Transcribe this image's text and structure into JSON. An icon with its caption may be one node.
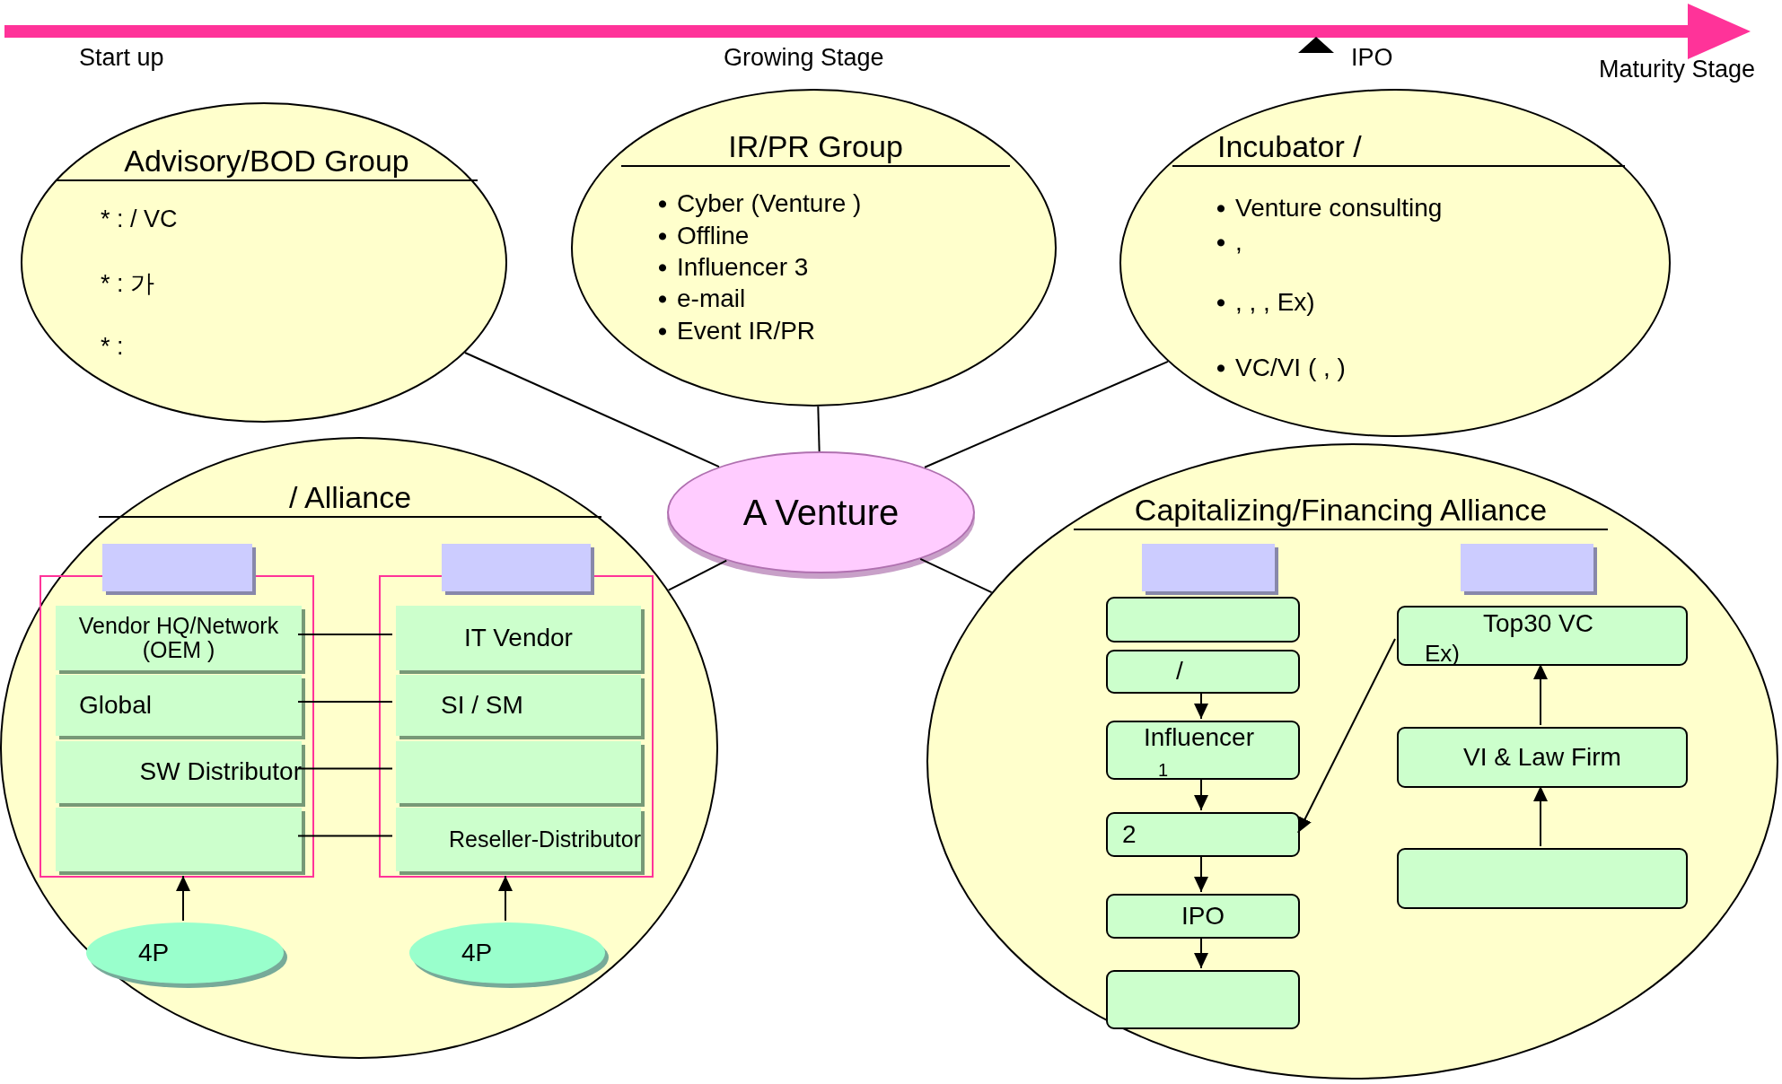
{
  "diagram": {
    "nodes": [
      {
        "text": [
          "Advisory/BOD Group",
          "* : / VC",
          "* : 가",
          "* :"
        ]
      },
      {
        "text": [
          "IR/PR Group",
          "Cyber (Venture )",
          "Offline",
          "Influencer 3",
          "e-mail",
          "Event IR/PR"
        ]
      },
      {
        "text": [
          "Incubator /",
          "Venture consulting",
          ",",
          ", , , Ex)",
          "VC/VI ( , )"
        ]
      },
      {
        "text": [
          "A Venture"
        ]
      },
      {
        "text": [
          "/ Alliance"
        ]
      },
      {
        "text": [],
        "shape": "box",
        "in": 4
      },
      {
        "text": [],
        "shape": "box",
        "in": 4
      },
      {
        "text": [
          "Vendor HQ/Network (OEM )"
        ],
        "in": 5
      },
      {
        "text": [
          "Global"
        ],
        "in": 5
      },
      {
        "text": [
          "SW Distributor"
        ],
        "in": 5
      },
      {
        "text": [],
        "shape": "box",
        "in": 5
      },
      {
        "text": [],
        "shape": "box",
        "in": 4
      },
      {
        "text": [],
        "shape": "box",
        "in": 4
      },
      {
        "text": [
          "IT Vendor"
        ],
        "in": 11
      },
      {
        "text": [
          "SI / SM"
        ],
        "in": 11
      },
      {
        "text": [],
        "shape": "box",
        "in": 11
      },
      {
        "text": [
          "Reseller-Distributor"
        ],
        "in": 11
      },
      {
        "text": [
          "4P"
        ],
        "in": 4
      },
      {
        "text": [
          "4P"
        ],
        "in": 4
      },
      {
        "text": [
          "Capitalizing/Financing Alliance"
        ]
      },
      {
        "text": [],
        "shape": "box",
        "in": 19
      },
      {
        "text": [],
        "shape": "box",
        "in": 19
      },
      {
        "text": [],
        "shape": "box",
        "in": 19
      },
      {
        "text": [
          "/"
        ],
        "in": 19
      },
      {
        "text": [
          "Influencer",
          "1"
        ],
        "in": 19
      },
      {
        "text": [
          "2"
        ],
        "in": 19
      },
      {
        "text": [
          "IPO"
        ],
        "in": 19
      },
      {
        "text": [],
        "shape": "box",
        "in": 19
      },
      {
        "text": [
          "Top30 VC",
          "Ex)"
        ],
        "in": 19
      },
      {
        "text": [
          "VI & Law Firm"
        ],
        "in": 19
      },
      {
        "text": [],
        "shape": "box",
        "in": 19
      }
    ],
    "edges": [
      {
        "from": 0,
        "to": 3,
        "arrow": "none"
      },
      {
        "from": 1,
        "to": 3,
        "arrow": "none"
      },
      {
        "from": 2,
        "to": 3,
        "arrow": "none"
      },
      {
        "from": 4,
        "to": 3,
        "arrow": "none"
      },
      {
        "from": 19,
        "to": 3,
        "arrow": "none"
      },
      {
        "from": 7,
        "to": 13,
        "arrow": "none"
      },
      {
        "from": 8,
        "to": 14,
        "arrow": "none"
      },
      {
        "from": 9,
        "to": 15,
        "arrow": "none"
      },
      {
        "from": 10,
        "to": 16,
        "arrow": "none"
      },
      {
        "from": 17,
        "to": 5,
        "arrow": "to"
      },
      {
        "from": 18,
        "to": 11,
        "arrow": "to"
      },
      {
        "from": 23,
        "to": 24,
        "arrow": "to"
      },
      {
        "from": 24,
        "to": 25,
        "arrow": "to"
      },
      {
        "from": 25,
        "to": 26,
        "arrow": "to"
      },
      {
        "from": 26,
        "to": 27,
        "arrow": "to"
      },
      {
        "from": 28,
        "to": 25,
        "arrow": "to"
      },
      {
        "from": 30,
        "to": 29,
        "arrow": "to"
      },
      {
        "from": 29,
        "to": 28,
        "arrow": "to"
      }
    ],
    "labels": [
      "Start up",
      "Growing Stage",
      "IPO",
      "Maturity Stage"
    ]
  }
}
